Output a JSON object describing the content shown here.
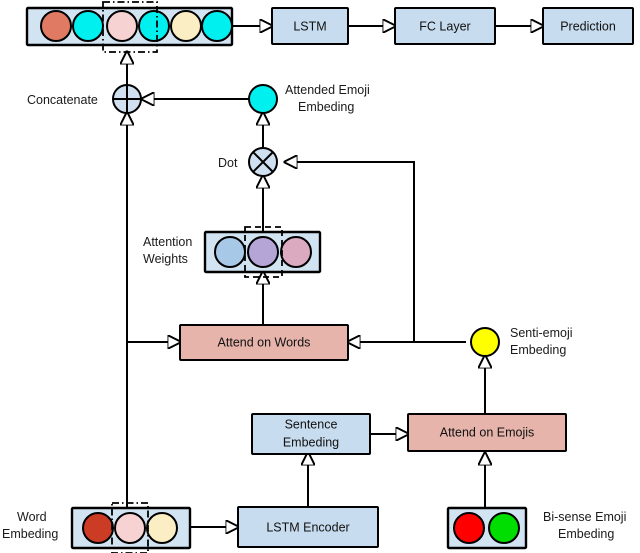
{
  "diagram": {
    "title": "Attention-based emoji-powered sentiment model architecture",
    "colors": {
      "blue_box_fill": "#c7dcee",
      "pink_box_fill": "#e6b4ab",
      "vector_box_fill": "#d2e3f2",
      "cyan": "#00efef",
      "salmon": "#e07a63",
      "light_pink": "#f7d2d2",
      "cream": "#fbeec4",
      "dark_red": "#cc3b24",
      "red": "#ff0000",
      "green": "#00dd00",
      "yellow": "#ffff00",
      "attn_blue": "#a8c8e8",
      "attn_purple": "#b5a4d6",
      "attn_pink": "#dba9c0",
      "op_fill": "#cfe0f0",
      "stroke": "#000000"
    },
    "boxes": {
      "lstm": "LSTM",
      "fc_layer": "FC Layer",
      "prediction": "Prediction",
      "attend_on_words": "Attend on Words",
      "attend_on_emojis": "Attend on Emojis",
      "sentence_embedding_line1": "Sentence",
      "sentence_embedding_line2": "Embeding",
      "lstm_encoder": "LSTM Encoder"
    },
    "labels": {
      "concatenate": "Concatenate",
      "dot": "Dot",
      "attended_emoji_line1": "Attended Emoji",
      "attended_emoji_line2": "Embeding",
      "senti_emoji_line1": "Senti-emoji",
      "senti_emoji_line2": "Embeding",
      "attention_weights_line1": "Attention",
      "attention_weights_line2": "Weights",
      "word_embedding_line1": "Word",
      "word_embedding_line2": "Embeding",
      "bisense_emoji_line1": "Bi-sense Emoji",
      "bisense_emoji_line2": "Embeding"
    },
    "vectors": {
      "concat_output": {
        "name": "concatenated-representation-vector",
        "cells": [
          "#e07a63",
          "#00efef",
          "#f7d2d2",
          "#00efef",
          "#fbeec4",
          "#00efef"
        ],
        "highlighted_cells": [
          2,
          3
        ]
      },
      "attention_weights": {
        "name": "attention-weights-vector",
        "cells": [
          "#a8c8e8",
          "#b5a4d6",
          "#dba9c0"
        ],
        "highlighted_cells": [
          1
        ]
      },
      "word_embedding": {
        "name": "word-embedding-vector",
        "cells": [
          "#cc3b24",
          "#f7d2d2",
          "#fbeec4"
        ],
        "highlighted_cells": [
          1
        ]
      },
      "bisense_emoji": {
        "name": "bi-sense-emoji-vector",
        "cells": [
          "#ff0000",
          "#00dd00"
        ],
        "highlighted_cells": []
      }
    },
    "nodes": {
      "attended_emoji_node_color": "#00efef",
      "senti_emoji_node_color": "#ffff00",
      "concatenate_op": "plus",
      "dot_op": "cross"
    }
  }
}
